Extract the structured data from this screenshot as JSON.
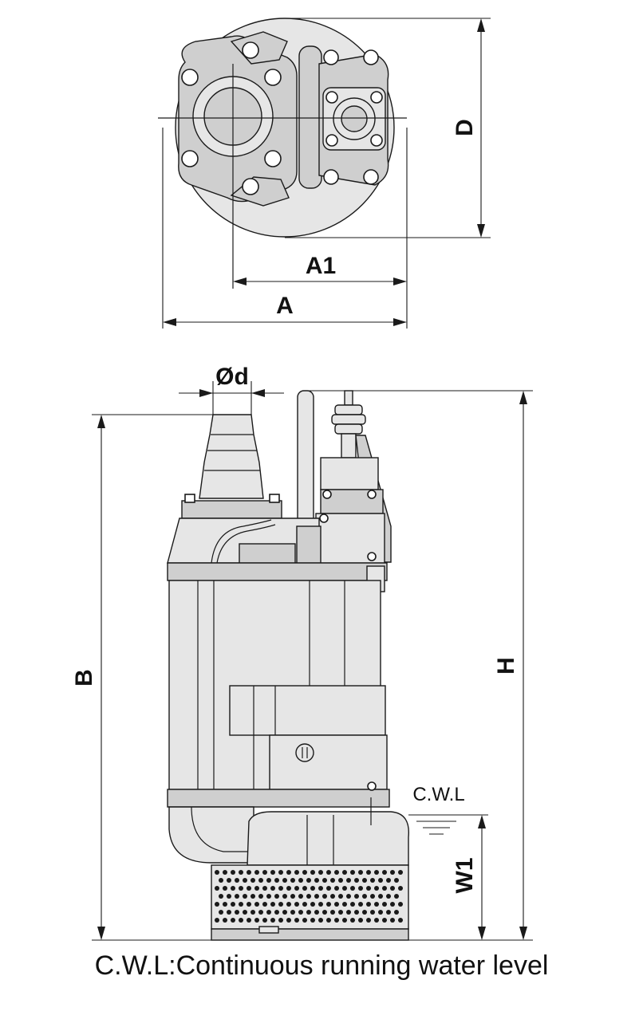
{
  "dimensions": {
    "D": "D",
    "A1": "A1",
    "A": "A",
    "phi_d": "Ød",
    "B": "B",
    "H": "H",
    "W1": "W1"
  },
  "cwl_marker": "C.W.L",
  "caption": "C.W.L:Continuous running water level"
}
